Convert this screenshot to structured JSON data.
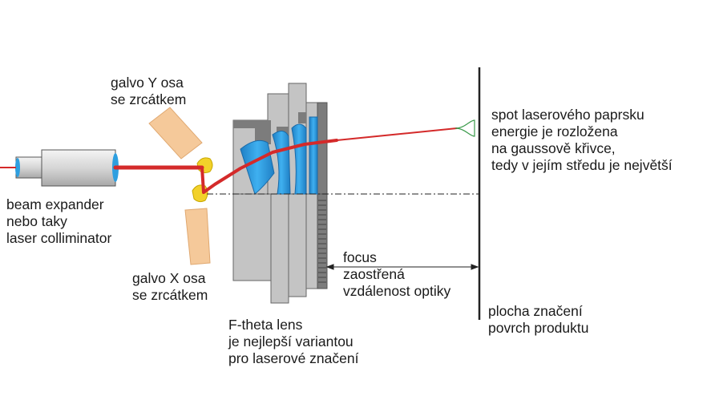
{
  "labels": {
    "galvo_y": [
      "galvo Y osa",
      "se zrcátkem"
    ],
    "galvo_x": [
      "galvo X osa",
      "se zrcátkem"
    ],
    "beam_expander": [
      "beam expander",
      "nebo taky",
      "laser colliminator"
    ],
    "f_theta": [
      "F-theta lens",
      "je nejlepší variantou",
      "pro laserové značení"
    ],
    "focus": [
      "focus",
      "zaostřená",
      "vzdálenost optiky"
    ],
    "spot": [
      "spot laserového paprsku",
      "energie je rozložena",
      "na gaussově křivce,",
      "tedy v jejím středu je největší"
    ],
    "surface": [
      "plocha značení",
      "povrch produktu"
    ]
  },
  "colors": {
    "beam": "#d42a2a",
    "lens_elements": "#2e9fe0",
    "housing_light": "#c4c4c4",
    "housing_dark": "#7c7c7c",
    "galvo_body": "#f5c99a",
    "mirror": "#f2d12a",
    "surface_line": "#222222",
    "gaussian": "#3a9a4a"
  }
}
